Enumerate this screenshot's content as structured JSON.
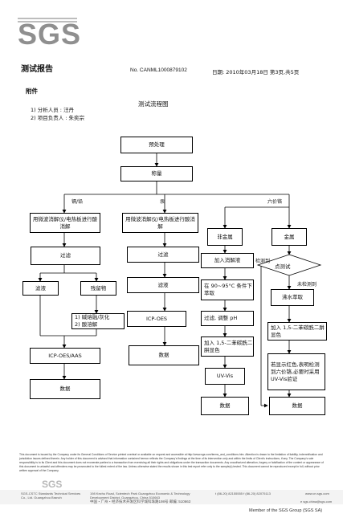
{
  "header": {
    "logo": "SGS",
    "title": "测试报告",
    "report_no": "No. CANML1000879102",
    "date_page": "日期: 2010年03月18日  第3页,共5页"
  },
  "appendix": {
    "label": "附件",
    "analyst": "1) 分析人员 : 汪丹",
    "manager": "2) 项目负责人 : 朱奕宗",
    "chart_title": "测试流程图"
  },
  "flow": {
    "pretreat": "预处理",
    "weigh": "称量",
    "branch_cd_pb": "镉/铅",
    "branch_hg": "汞",
    "branch_cr6": "六价铬",
    "digest_a": "用微波消解仪/电热板进行酸消解",
    "digest_b": "用微波消解仪/电热板进行酸消解",
    "filter_a": "过滤",
    "filter_b": "过滤",
    "filtrate_a": "滤液",
    "residue": "残留物",
    "alkali": "1) 碱熔融/灰化\n2) 酸溶解",
    "filtrate_b": "滤液",
    "icp_oes_aas": "ICP-OES/AAS",
    "icp_oes": "ICP-OES",
    "data_a": "数据",
    "data_b": "数据",
    "nonmetal": "非金属",
    "metal": "金属",
    "add_alkali": "加入消解液",
    "heat": "在 90~95°C 条件下萃取",
    "filter_ph": "过滤, 调整 pH",
    "add_dpc_a": "加入 1,5-二苯碳酰二肼显色",
    "uvvis": "UV-Vis",
    "data_c": "数据",
    "spot_test": "点测试",
    "detected": "检测到",
    "not_detected": "未检测到",
    "boil": "沸水萃取",
    "add_dpc_b": "加入 1,5-二苯碳酰二肼显色",
    "red_note": "若显示红色,表明检测到六价铬,必要时采用UV-Vis验证",
    "data_d": "数据"
  },
  "footer": {
    "disclaimer": "This document is issued by the Company under its General Conditions of Service printed overleaf or available on request and accessible at http://www.sgs.com/terms_and_conditions.htm. Attention is drawn to the limitation of liability, indemnification and jurisdiction issues defined therein. Any holder of this document is advised that information contained hereon reflects the Company's findings at the time of its intervention only and within the limits of Client's instructions, if any. The Company's sole responsibility is to its Client and this document does not exonerate parties to a transaction from exercising all their rights and obligations under the transaction documents. Any unauthorized alteration, forgery or falsification of the content or appearance of this document is unlawful and offenders may be prosecuted to the fullest extent of the law. Unless otherwise stated the results shown in this test report refer only to the sample(s) tested. This document cannot be reproduced except in full, without prior written approval of the Company.",
    "company": "SGS-CSTC Standards Technical Services Co., Ltd. Guangzhou Branch",
    "address_en": "198 Kezhu Road, Scientech Park Guangzhou Economic & Technology Development District, Guangzhou, China 510663",
    "address_cn": "中国・广州・经济技术开发区科学城科珠路198号  邮编: 510663",
    "phone": "t (86-20) 82155555   f (86-20) 82075113",
    "web": "www.cn.sgs.com",
    "email": "e sgs.china@sgs.com",
    "member": "Member of the SGS Group (SGS SA)"
  }
}
